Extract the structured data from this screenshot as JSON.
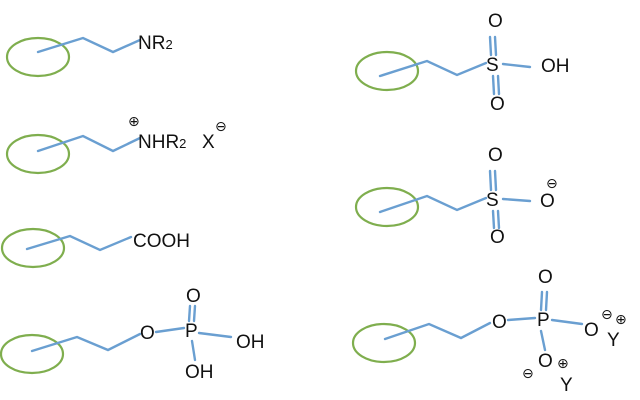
{
  "colors": {
    "ring": "#7fae4e",
    "bond": "#6a9fd1",
    "text": "#111111"
  },
  "molecules": [
    {
      "name": "amine",
      "group": "NR",
      "sub": "2"
    },
    {
      "name": "ammonium-salt",
      "plus": "⊕",
      "group": "NHR",
      "sub": "2",
      "counter": "X",
      "minus": "⊖"
    },
    {
      "name": "carboxylic-acid",
      "group": "COOH"
    },
    {
      "name": "phosphate-acid",
      "o_link": "O",
      "p": "P",
      "o_top": "O",
      "oh_right": "OH",
      "oh_down": "OH"
    },
    {
      "name": "sulfonic-acid",
      "s": "S",
      "o_top": "O",
      "o_bottom": "O",
      "oh": "OH"
    },
    {
      "name": "sulfonate",
      "s": "S",
      "o_top": "O",
      "o_bottom": "O",
      "o_minus": "O",
      "minus": "⊖"
    },
    {
      "name": "phosphate-salt",
      "o_link": "O",
      "p": "P",
      "o_top": "O",
      "o_right": "O",
      "minus1": "⊖",
      "plus1": "⊕",
      "cation1": "Y",
      "o_down": "O",
      "minus2": "⊖",
      "plus2": "⊕",
      "cation2": "Y"
    }
  ]
}
